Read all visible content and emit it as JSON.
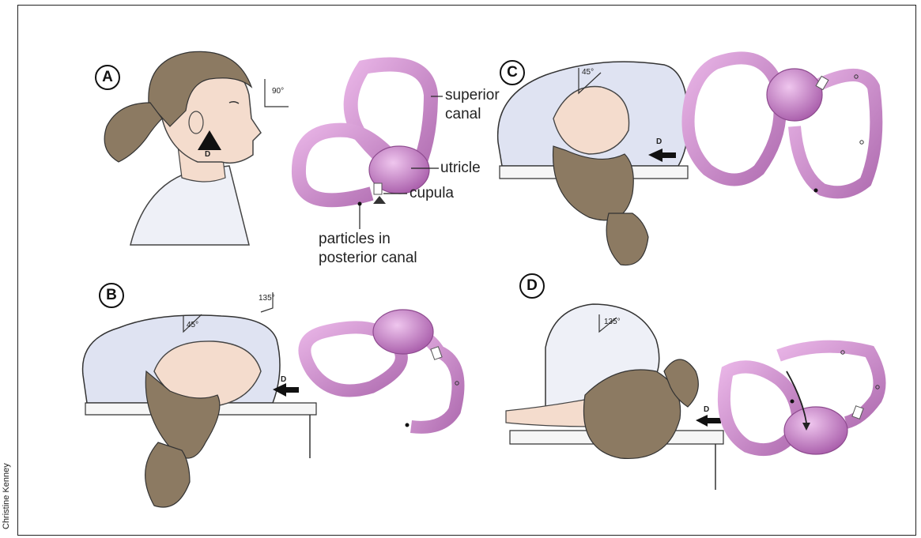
{
  "credit": "Christine Kenney",
  "panels": {
    "a": {
      "letter": "A",
      "angle": "90°",
      "direction": "D"
    },
    "b": {
      "letter": "B",
      "angle_pillow": "45°",
      "angle_side": "135°",
      "direction": "D"
    },
    "c": {
      "letter": "C",
      "angle": "45°",
      "direction": "D"
    },
    "d": {
      "letter": "D",
      "angle": "135°",
      "direction": "D"
    }
  },
  "labels": {
    "superior_canal": [
      "superior",
      "canal"
    ],
    "utricle": "utricle",
    "cupula": "cupula",
    "particles": [
      "particles in",
      "posterior canal"
    ]
  },
  "colors": {
    "canal_fill": "#c98ac8",
    "canal_dark": "#8d4a8e",
    "skin": "#f4dccd",
    "hair": "#8c7a62",
    "pillow": "#dfe3f2"
  }
}
